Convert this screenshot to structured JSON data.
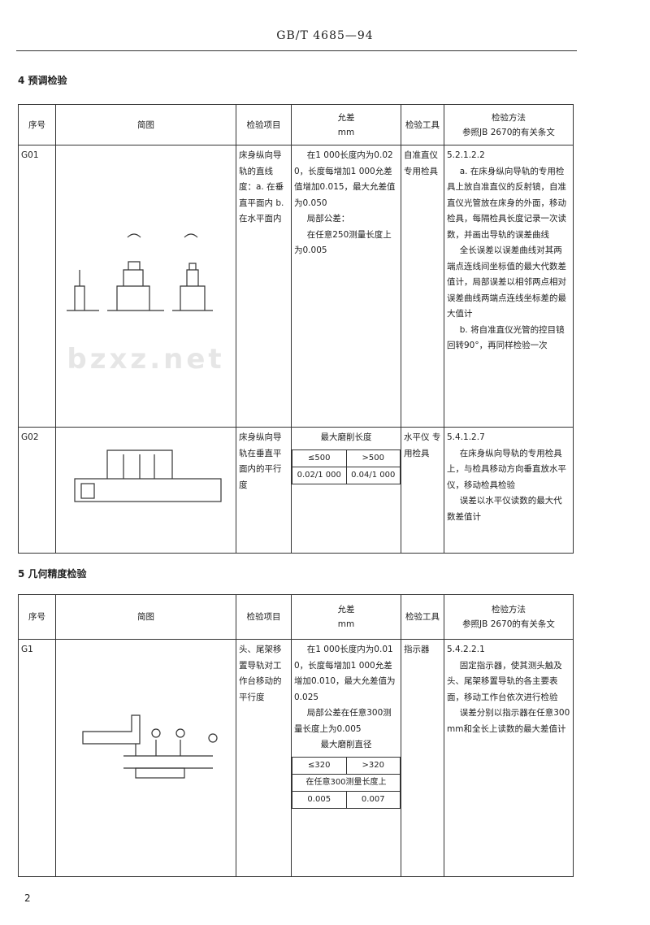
{
  "header": {
    "standard": "GB/T 4685—94",
    "watermark": "bzxz.net",
    "page_number": "2"
  },
  "section4": {
    "title": "4  预调检验",
    "columns": [
      "序号",
      "简图",
      "检验项目",
      "允差",
      "mm",
      "检验工具",
      "检验方法",
      "参照JB 2670的有关条文"
    ],
    "rows": [
      {
        "id": "G01",
        "item": "床身纵向导轨的直线度：a. 在垂直平面内 b. 在水平面内",
        "tolerance": [
          "在1 000长度内为0.020，长度每增加1 000允差值增加0.015，最大允差值为0.050",
          "局部公差：",
          "在任意250测量长度上为0.005"
        ],
        "tools": "自准直仪 专用检具",
        "method": [
          "5.2.1.2.2",
          "a. 在床身纵向导轨的专用检具上放自准直仪的反射镜，自准直仪光管放在床身的外面，移动检具，每隔检具长度记录一次读数，并画出导轨的误差曲线",
          "全长误差以误差曲线对其两端点连线间坐标值的最大代数差值计，局部误差以相邻两点相对误差曲线两端点连线坐标差的最大值计",
          "b. 将自准直仪光管的控目镜回转90°，再同样检验一次"
        ]
      },
      {
        "id": "G02",
        "item": "床身纵向导轨在垂直平面内的平行度",
        "tolerance_header": "最大磨削长度",
        "tolerance_cols": [
          "≤500",
          ">500"
        ],
        "tolerance_vals": [
          "0.02/1 000",
          "0.04/1 000"
        ],
        "tools": "水平仪 专用检具",
        "method": [
          "5.4.1.2.7",
          "在床身纵向导轨的专用检具上，与检具移动方向垂直放水平仪，移动检具检验",
          "误差以水平仪读数的最大代数差值计"
        ]
      }
    ]
  },
  "section5": {
    "title": "5  几何精度检验",
    "columns": [
      "序号",
      "简图",
      "检验项目",
      "允差",
      "mm",
      "检验工具",
      "检验方法",
      "参照JB 2670的有关条文"
    ],
    "rows": [
      {
        "id": "G1",
        "item": "头、尾架移置导轨对工作台移动的平行度",
        "tolerance": [
          "在1 000长度内为0.010，长度每增加1 000允差增加0.010，最大允差值为0.025",
          "局部公差在任意300测量长度上为0.005"
        ],
        "tolerance_header": "最大磨削直径",
        "tolerance_cols": [
          "≤320",
          ">320"
        ],
        "tolerance_sub": "在任意300测量长度上",
        "tolerance_vals": [
          "0.005",
          "0.007"
        ],
        "tools": "指示器",
        "method": [
          "5.4.2.2.1",
          "固定指示器，使其测头触及头、尾架移置导轨的各主要表面，移动工作台依次进行检验",
          "误差分别以指示器在任意300 mm和全长上读数的最大差值计"
        ]
      }
    ]
  }
}
